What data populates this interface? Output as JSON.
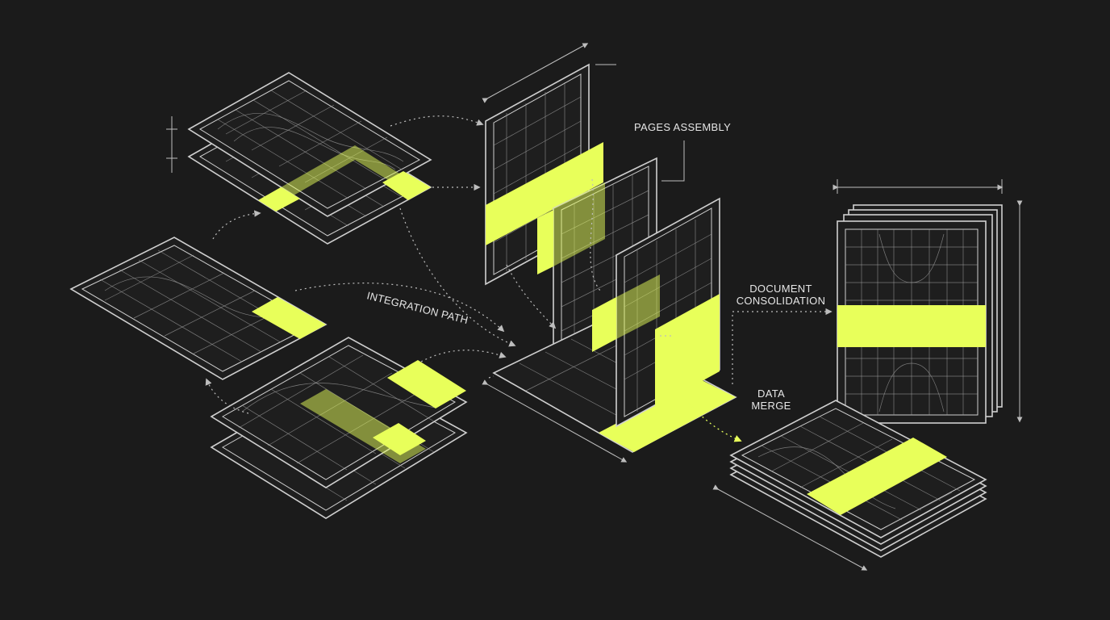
{
  "labels": {
    "pages_assembly": "PAGES ASSEMBLY",
    "integration_path": "INTEGRATION PATH",
    "document": "DOCUMENT",
    "consolidation": "CONSOLIDATION",
    "data": "DATA",
    "merge": "MERGE"
  },
  "colors": {
    "background": "#1b1b1b",
    "accent": "#e8ff5a",
    "line": "#cfcfcf"
  }
}
